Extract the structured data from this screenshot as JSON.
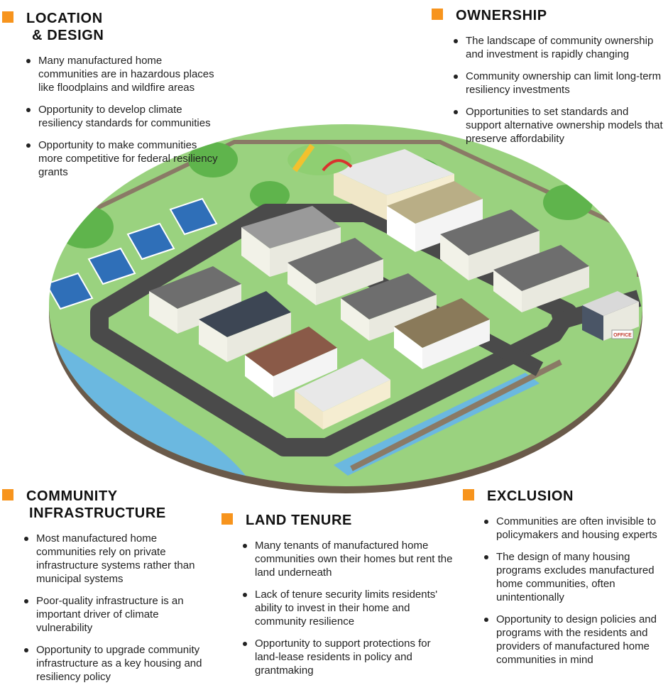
{
  "colors": {
    "accent": "#f7941d",
    "grass": "#8fcf72",
    "grass_dark": "#5fb44c",
    "road": "#4a4a4a",
    "water": "#6bb8e0",
    "fence": "#8a7a66",
    "solar": "#2f6fb8"
  },
  "sections": {
    "location": {
      "title_line1": "LOCATION",
      "title_line2": "& DESIGN",
      "bullets": [
        "Many manufactured home communities are in hazardous places like floodplains and wildfire areas",
        "Opportunity to develop climate resiliency standards for communities",
        "Opportunity to make communities more competitive for federal resiliency grants"
      ]
    },
    "ownership": {
      "title_line1": "OWNERSHIP",
      "bullets": [
        "The landscape of community ownership and investment is rapidly changing",
        "Community ownership can limit long-term resiliency investments",
        "Opportunities to set standards and support alternative ownership models that preserve affordability"
      ]
    },
    "infrastructure": {
      "title_line1": "COMMUNITY",
      "title_line2": "INFRASTRUCTURE",
      "bullets": [
        "Most manufactured home communities rely on private infrastructure systems rather than municipal systems",
        "Poor-quality infrastructure is an important driver of climate vulnerability",
        "Opportunity to upgrade community infrastructure as a key housing and resiliency policy"
      ]
    },
    "tenure": {
      "title_line1": "LAND TENURE",
      "bullets": [
        "Many tenants of manufactured home communities own their homes but rent the land underneath",
        "Lack of tenure security limits residents' ability to invest in their home and community resilience",
        "Opportunity to support protections for land-lease residents in policy and grantmaking"
      ]
    },
    "exclusion": {
      "title_line1": "EXCLUSION",
      "bullets": [
        "Communities are often invisible to policymakers and housing experts",
        "The design of many housing programs excludes manufactured home communities, often unintentionally",
        "Opportunity to design policies and programs with the residents and providers of manufactured home communities in mind"
      ]
    }
  },
  "scene": {
    "office_sign": "OFFICE"
  }
}
